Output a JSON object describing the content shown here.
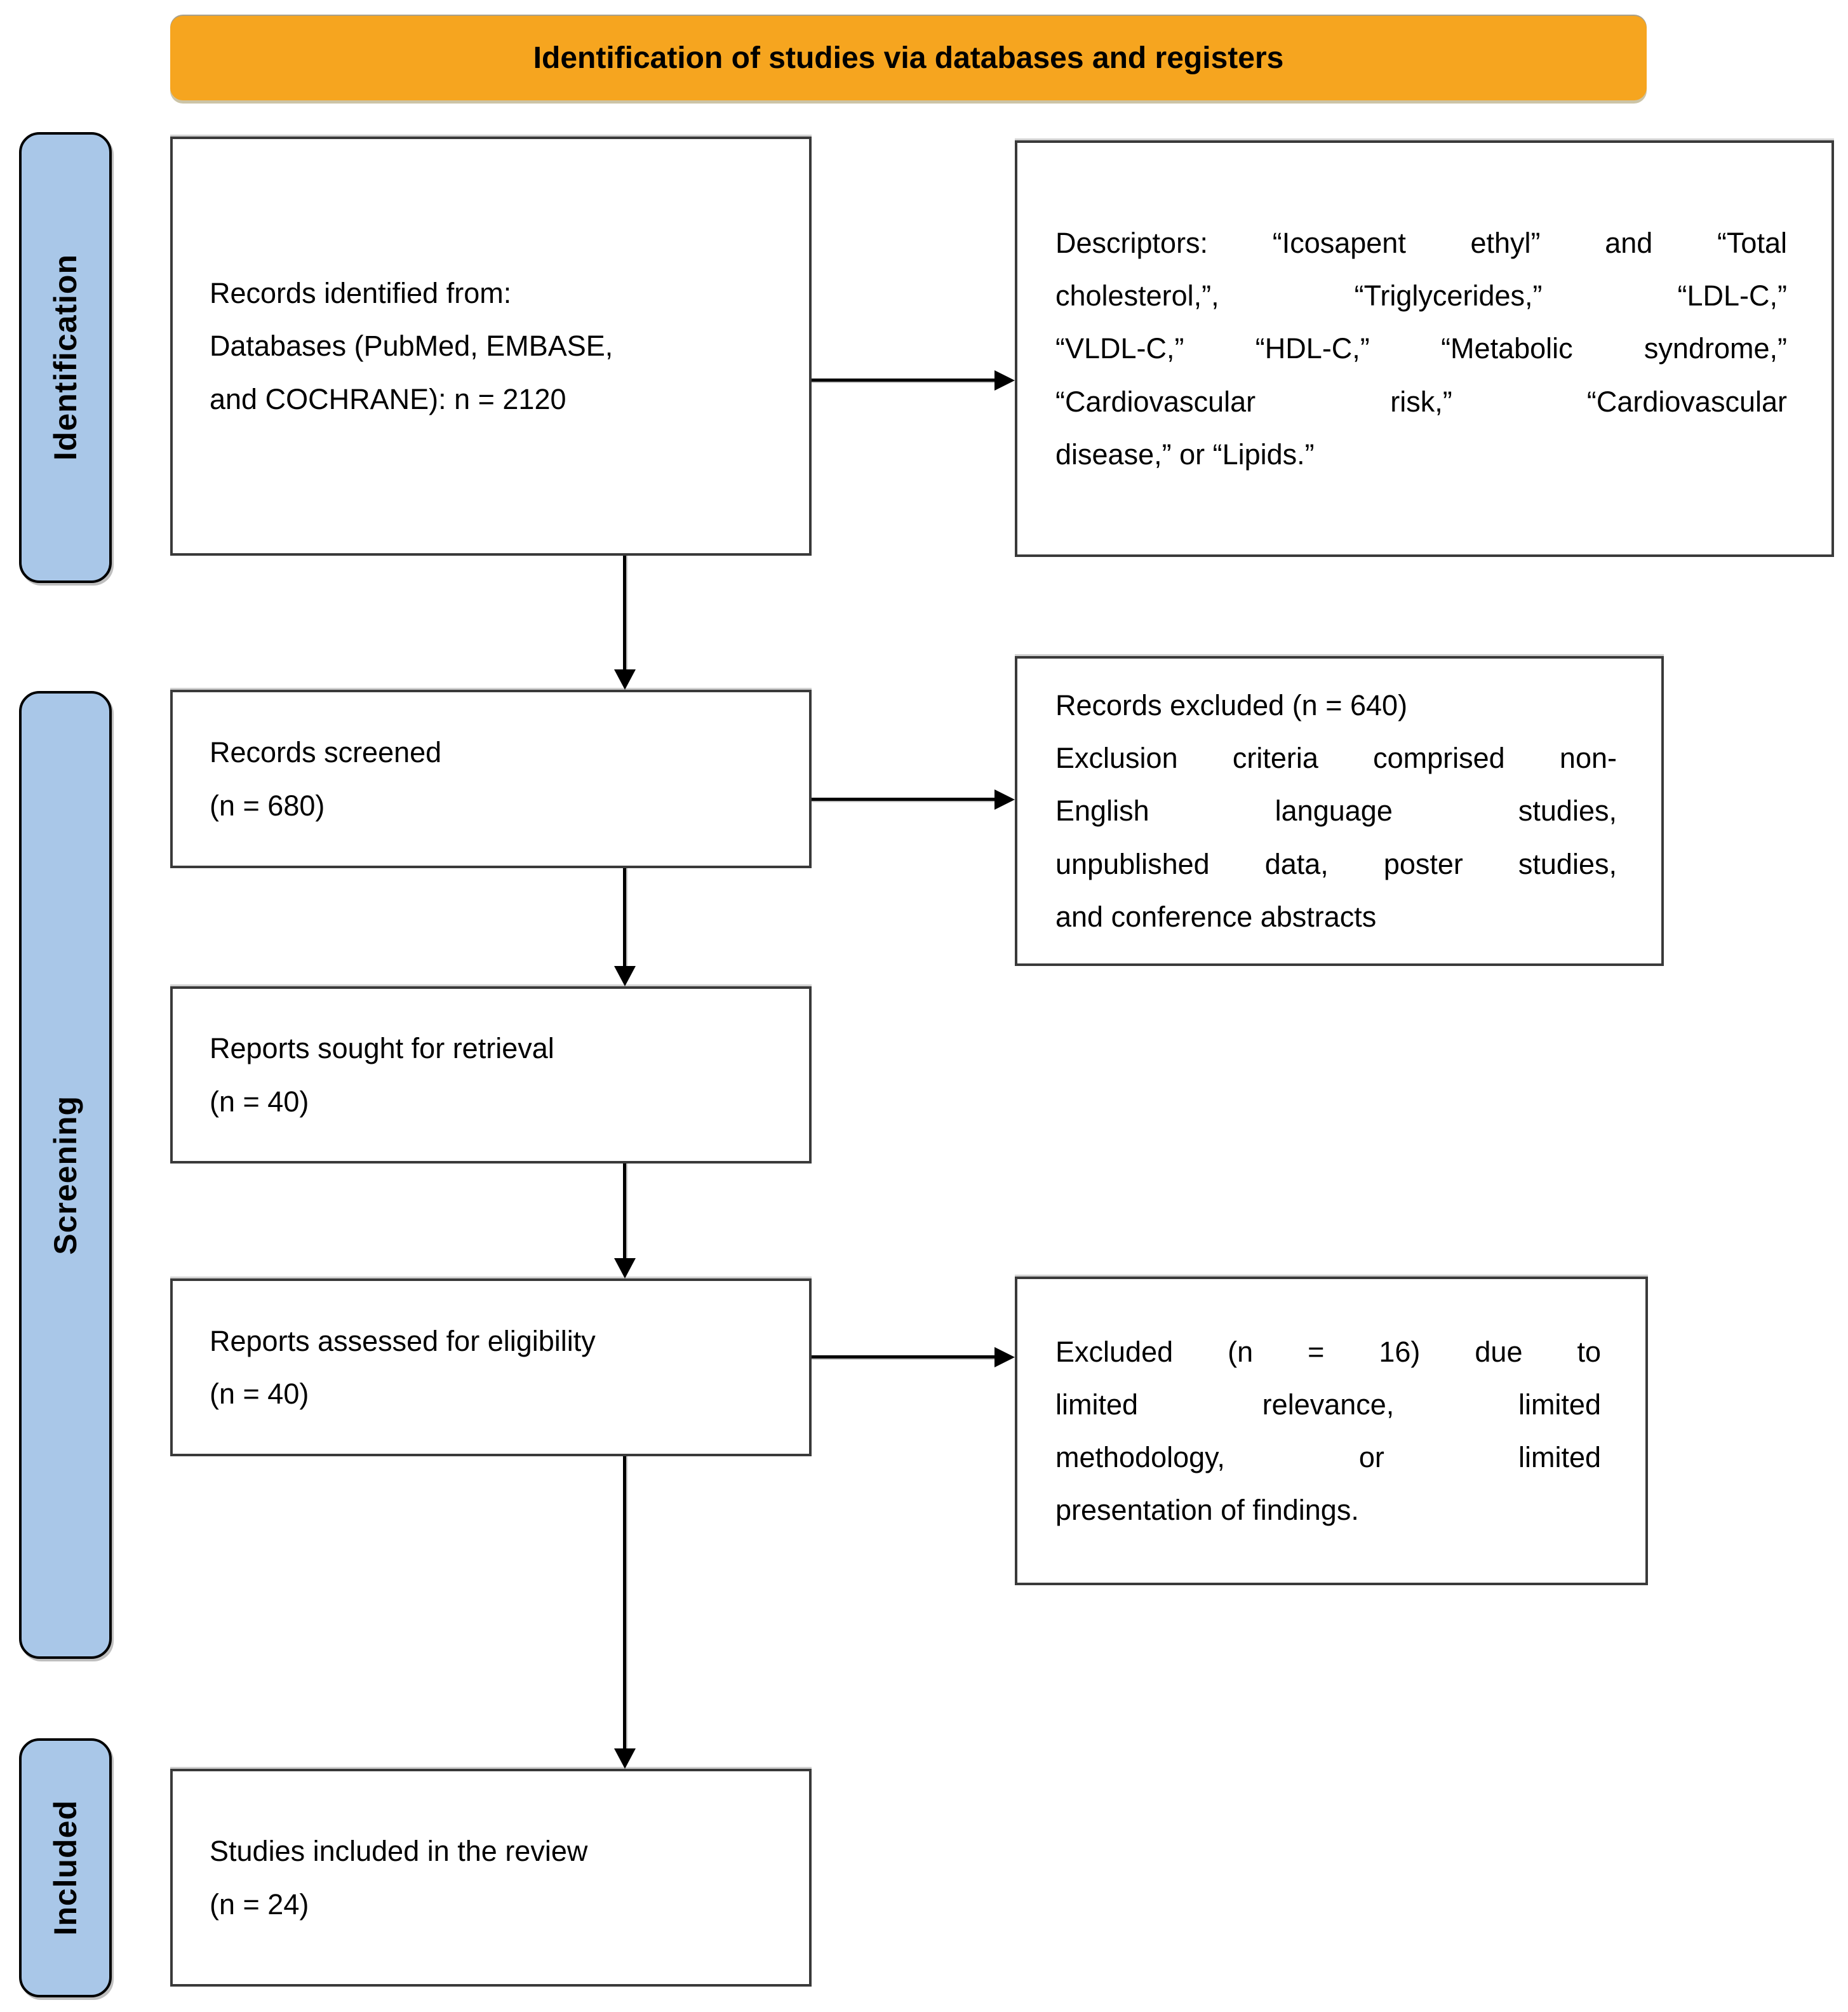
{
  "header": {
    "title": "Identification of studies via databases and registers"
  },
  "sidebar": {
    "identification": "Identification",
    "screening": "Screening",
    "included": "Included"
  },
  "boxes": {
    "records_identified": {
      "text": "Records identified from:\nDatabases (PubMed, EMBASE,\nand COCHRANE): n = 2120"
    },
    "descriptors": {
      "lines": [
        "Descriptors: “Icosapent ethyl” and “Total",
        "cholesterol,”, “Triglycerides,” “LDL-C,”",
        "“VLDL-C,” “HDL-C,” “Metabolic syndrome,”",
        "“Cardiovascular risk,” “Cardiovascular",
        "disease,” or “Lipids.”"
      ]
    },
    "records_screened": {
      "text": "Records screened\n(n = 680)"
    },
    "records_excluded": {
      "title": "Records excluded (n = 640)",
      "lines": [
        "Exclusion criteria comprised non-",
        "English language studies,",
        "unpublished data, poster studies,",
        "and conference abstracts"
      ]
    },
    "reports_sought": {
      "text": "Reports sought for retrieval\n(n = 40)"
    },
    "reports_assessed": {
      "text": "Reports assessed for eligibility\n(n = 40)"
    },
    "reports_excluded": {
      "lines": [
        "Excluded (n = 16) due to",
        "limited relevance, limited",
        "methodology, or limited",
        "presentation of findings."
      ]
    },
    "studies_included": {
      "text": "Studies included in the review\n(n = 24)"
    }
  },
  "colors": {
    "header_bg": "#F6A51F",
    "stage_bg": "#A9C7E8",
    "box_border": "#3A3A3A",
    "arrow": "#000000"
  }
}
